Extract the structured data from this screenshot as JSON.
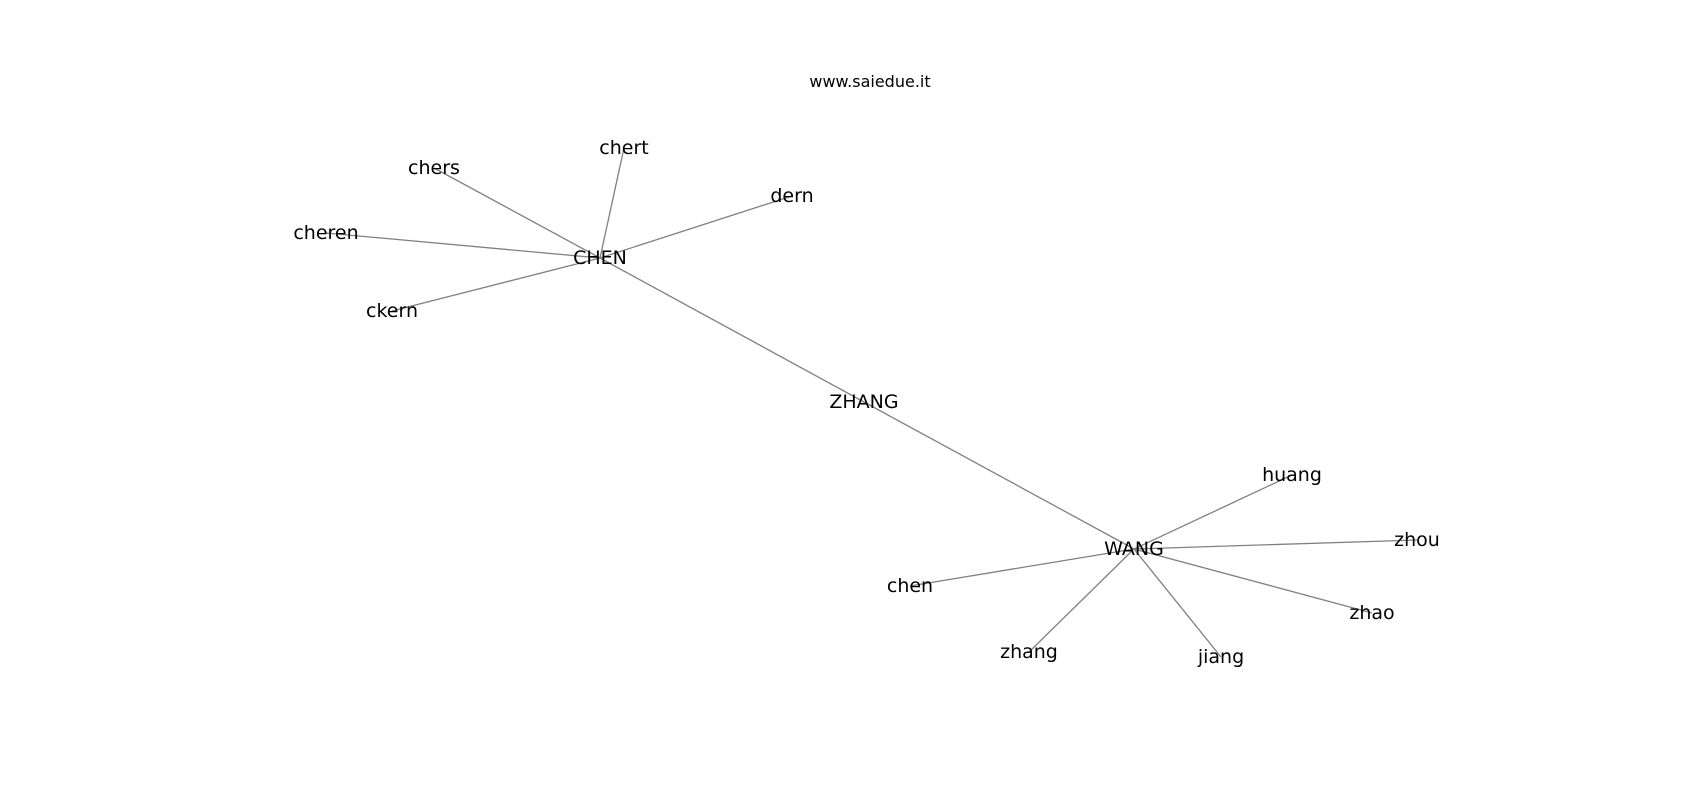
{
  "watermark": "www.saiedue.it",
  "nodes": [
    {
      "id": "CHEN",
      "label": "CHEN"
    },
    {
      "id": "ZHANG",
      "label": "ZHANG"
    },
    {
      "id": "WANG",
      "label": "WANG"
    },
    {
      "id": "chers",
      "label": "chers"
    },
    {
      "id": "chert",
      "label": "chert"
    },
    {
      "id": "dern",
      "label": "dern"
    },
    {
      "id": "cheren",
      "label": "cheren"
    },
    {
      "id": "ckern",
      "label": "ckern"
    },
    {
      "id": "huang",
      "label": "huang"
    },
    {
      "id": "zhou",
      "label": "zhou"
    },
    {
      "id": "zhao",
      "label": "zhao"
    },
    {
      "id": "jiang",
      "label": "jiang"
    },
    {
      "id": "zhang",
      "label": "zhang"
    },
    {
      "id": "chen",
      "label": "chen"
    }
  ],
  "edges": [
    [
      "CHEN",
      "chers"
    ],
    [
      "CHEN",
      "chert"
    ],
    [
      "CHEN",
      "dern"
    ],
    [
      "CHEN",
      "cheren"
    ],
    [
      "CHEN",
      "ckern"
    ],
    [
      "CHEN",
      "ZHANG"
    ],
    [
      "ZHANG",
      "WANG"
    ],
    [
      "WANG",
      "huang"
    ],
    [
      "WANG",
      "zhou"
    ],
    [
      "WANG",
      "zhao"
    ],
    [
      "WANG",
      "jiang"
    ],
    [
      "WANG",
      "zhang"
    ],
    [
      "WANG",
      "chen"
    ]
  ]
}
